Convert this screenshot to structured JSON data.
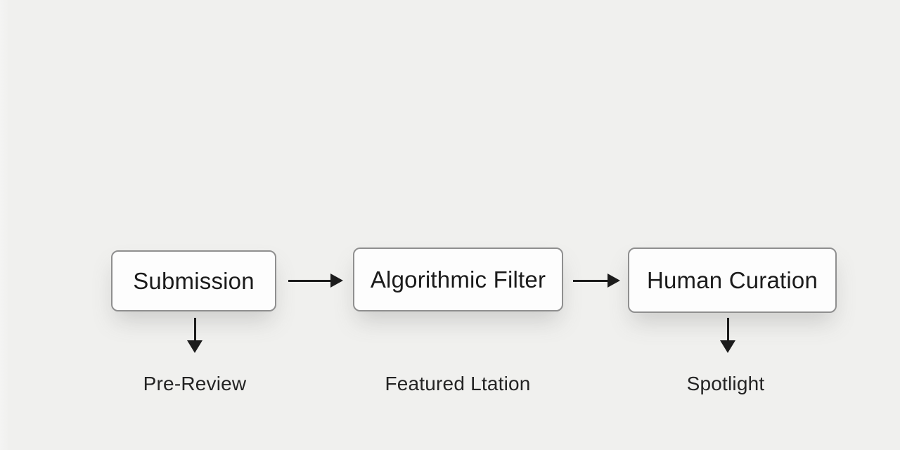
{
  "diagram": {
    "nodes": [
      {
        "id": "submission",
        "label": "Submission",
        "sublabel": "Pre-Review",
        "has_down_arrow": true
      },
      {
        "id": "algorithmic-filter",
        "label": "Algorithmic Filter",
        "sublabel": "Featured Ltation",
        "has_down_arrow": false
      },
      {
        "id": "human-curation",
        "label": "Human Curation",
        "sublabel": "Spotlight",
        "has_down_arrow": true
      }
    ],
    "flow": [
      {
        "from": "Submission",
        "to": "Algorithmic Filter"
      },
      {
        "from": "Algorithmic Filter",
        "to": "Human Curation"
      }
    ],
    "colors": {
      "background": "#f0f0ee",
      "node_fill": "#fdfdfd",
      "node_border": "#8f8f8f",
      "arrow": "#1c1c1c",
      "node_text": "#1b1b1b",
      "sublabel_text": "#242424"
    }
  }
}
